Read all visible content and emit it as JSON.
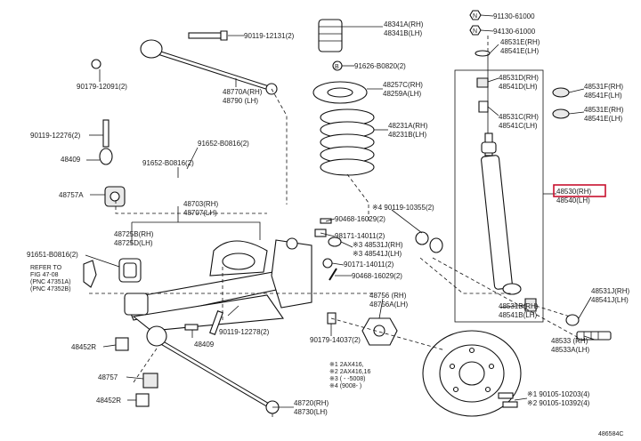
{
  "diagram_id": "486584C",
  "highlight_color": "#c8102e",
  "labels": [
    {
      "id": "l01",
      "line1": "90119-12131(2)",
      "line2": ""
    },
    {
      "id": "l02",
      "line1": "90179-12091(2)",
      "line2": ""
    },
    {
      "id": "l03",
      "line1": "48770A(RH)",
      "line2": "48790  (LH)"
    },
    {
      "id": "l04",
      "line1": "48341A(RH)",
      "line2": "48341B(LH)"
    },
    {
      "id": "l05",
      "line1": "91626-B0820(2)",
      "line2": ""
    },
    {
      "id": "l06",
      "line1": "48257C(RH)",
      "line2": "48259A(LH)"
    },
    {
      "id": "l07",
      "line1": "48231A(RH)",
      "line2": "48231B(LH)"
    },
    {
      "id": "l08",
      "line1": "90119-12276(2)",
      "line2": ""
    },
    {
      "id": "l09",
      "line1": "48409",
      "line2": ""
    },
    {
      "id": "l10",
      "line1": "91652-B0816(2)",
      "line2": ""
    },
    {
      "id": "l11",
      "line1": "91652-B0816(2)",
      "line2": ""
    },
    {
      "id": "l12",
      "line1": "48757A",
      "line2": ""
    },
    {
      "id": "l13",
      "line1": "48703(RH)",
      "line2": "48707(LH)"
    },
    {
      "id": "l14",
      "line1": "48725B(RH)",
      "line2": "48725D(LH)"
    },
    {
      "id": "l15",
      "line1": "91651-B0816(2)",
      "line2": ""
    },
    {
      "id": "l16",
      "line1": "REFER TO",
      "line2": "FIG 47-08",
      "line3": "(PNC 47351A)",
      "line4": "(PNC 47352B)"
    },
    {
      "id": "l17",
      "line1": "48452R",
      "line2": ""
    },
    {
      "id": "l18",
      "line1": "48757",
      "line2": ""
    },
    {
      "id": "l19",
      "line1": "48452R",
      "line2": ""
    },
    {
      "id": "l20",
      "line1": "48409",
      "line2": ""
    },
    {
      "id": "l21",
      "line1": "90119-12278(2)",
      "line2": ""
    },
    {
      "id": "l22",
      "line1": "90468-16029(2)",
      "line2": ""
    },
    {
      "id": "l23",
      "line1": "98171-14011(2)",
      "line2": ""
    },
    {
      "id": "l24",
      "line1": "※4 90119-10355(2)",
      "line2": ""
    },
    {
      "id": "l25",
      "line1": "※3 48531J(RH)",
      "line2": "※3 48541J(LH)"
    },
    {
      "id": "l26",
      "line1": "90171-14011(2)",
      "line2": ""
    },
    {
      "id": "l27",
      "line1": "90468-16029(2)",
      "line2": ""
    },
    {
      "id": "l28",
      "line1": "48756  (RH)",
      "line2": "48756A(LH)"
    },
    {
      "id": "l29",
      "line1": "90179-14037(2)",
      "line2": ""
    },
    {
      "id": "l30",
      "line1": "48720(RH)",
      "line2": "48730(LH)"
    },
    {
      "id": "l31",
      "line1": "91130-61000",
      "line2": ""
    },
    {
      "id": "l32",
      "line1": "94130-61000",
      "line2": ""
    },
    {
      "id": "l33",
      "line1": "48531E(RH)",
      "line2": "48541E(LH)"
    },
    {
      "id": "l34",
      "line1": "48531D(RH)",
      "line2": "48541D(LH)"
    },
    {
      "id": "l35",
      "line1": "48531F(RH)",
      "line2": "48541F(LH)"
    },
    {
      "id": "l36",
      "line1": "48531C(RH)",
      "line2": "48541C(LH)"
    },
    {
      "id": "l37",
      "line1": "48531E(RH)",
      "line2": "48541E(LH)"
    },
    {
      "id": "l38",
      "line1": "48530(RH)",
      "line2": "48540(LH)"
    },
    {
      "id": "l39",
      "line1": "48531B(RH)",
      "line2": "48541B(LH)"
    },
    {
      "id": "l40",
      "line1": "48531J(RH)",
      "line2": "48541J(LH)"
    },
    {
      "id": "l41",
      "line1": "48533  (RH)",
      "line2": "48533A(LH)"
    },
    {
      "id": "l42",
      "line1": "※1 90105-10203(4)",
      "line2": "※2 90105-10392(4)"
    },
    {
      "id": "l43",
      "line1": "※1 2AX416,",
      "line2": "※2 2AX416,16",
      "line3": "※3 (   -  -5008)",
      "line4": "※4 (9008-   )"
    }
  ]
}
